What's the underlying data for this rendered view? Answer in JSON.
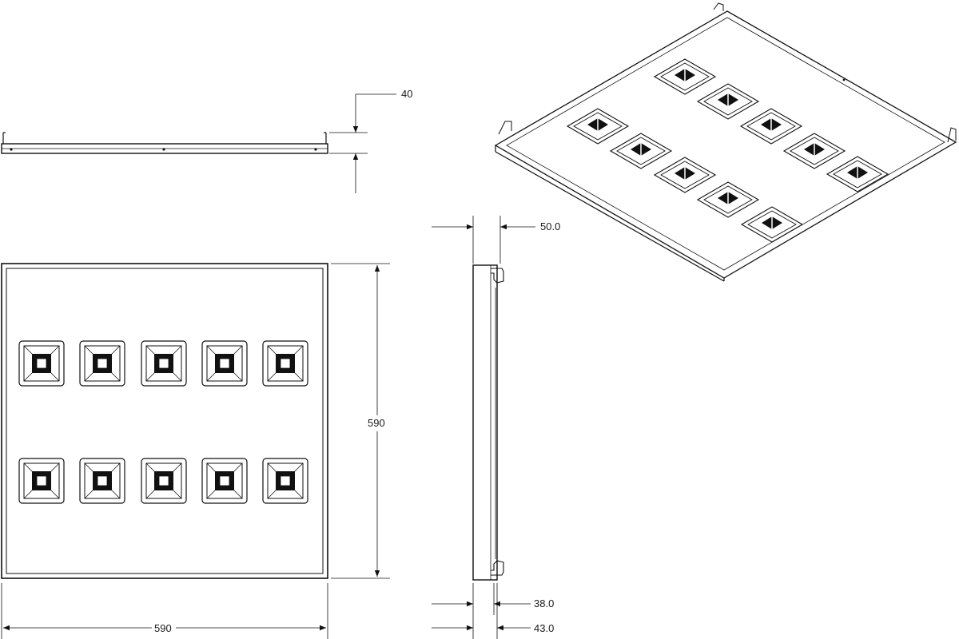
{
  "drawing": {
    "dimensions": {
      "side_height": "40",
      "front_width": "590",
      "front_height": "590",
      "profile_top": "50.0",
      "profile_bottom_inner": "38.0",
      "profile_bottom_outer": "43.0"
    },
    "front_view": {
      "rows": 2,
      "columns": 5
    },
    "isometric_view": {
      "rows": 2,
      "columns": 5
    },
    "line_color": "#111111",
    "background_color": "#ffffff"
  }
}
